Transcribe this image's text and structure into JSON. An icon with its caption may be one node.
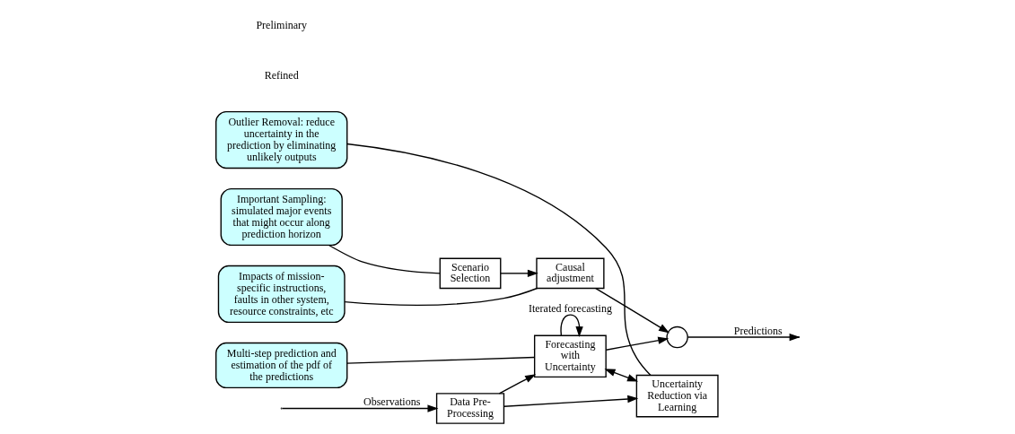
{
  "diagram": {
    "nodes": [
      {
        "text": [
          "Data Pre-Processing"
        ]
      },
      {
        "text": [
          "Forecasting with Uncertainty"
        ]
      },
      {
        "text": [
          "Uncertainty Reduction via Learning"
        ]
      },
      {
        "text": [],
        "shape": "circle"
      },
      {
        "text": [
          "Causal adjustment"
        ]
      },
      {
        "text": [
          "Scenario Selection"
        ]
      },
      {
        "text": [
          "Multi-step prediction and estimation of the pdf of the predictions"
        ]
      },
      {
        "text": [
          "Outlier Removal: reduce uncertainty in the prediction by eliminating unlikely outputs"
        ]
      },
      {
        "text": [
          "Impacts of mission-specific instructions, faults in other system, resource constraints, etc"
        ]
      },
      {
        "text": [
          "Important Sampling: simulated major events that might occur along prediction horizon"
        ]
      }
    ],
    "edges": [
      {
        "from": null,
        "to": 0,
        "arrow": "to",
        "label": "Observations"
      },
      {
        "from": 0,
        "to": 1,
        "arrow": "to"
      },
      {
        "from": 0,
        "to": 2,
        "arrow": "to"
      },
      {
        "from": 1,
        "to": 2,
        "arrow": "both"
      },
      {
        "from": 1,
        "to": 1,
        "arrow": "to",
        "label": "Iterated forecasting"
      },
      {
        "from": 1,
        "to": 3,
        "arrow": "to"
      },
      {
        "from": 3,
        "to": null,
        "arrow": "to",
        "label": "Predictions"
      },
      {
        "from": 4,
        "to": 3,
        "arrow": "to"
      },
      {
        "from": 5,
        "to": 4,
        "arrow": "to"
      },
      {
        "from": 6,
        "to": 1,
        "arrow": "none"
      },
      {
        "from": 7,
        "to": 2,
        "arrow": "none"
      },
      {
        "from": 8,
        "to": 4,
        "arrow": "none"
      },
      {
        "from": 9,
        "to": 5,
        "arrow": "none"
      }
    ],
    "labels": [
      "Refined",
      "Preliminary"
    ]
  }
}
